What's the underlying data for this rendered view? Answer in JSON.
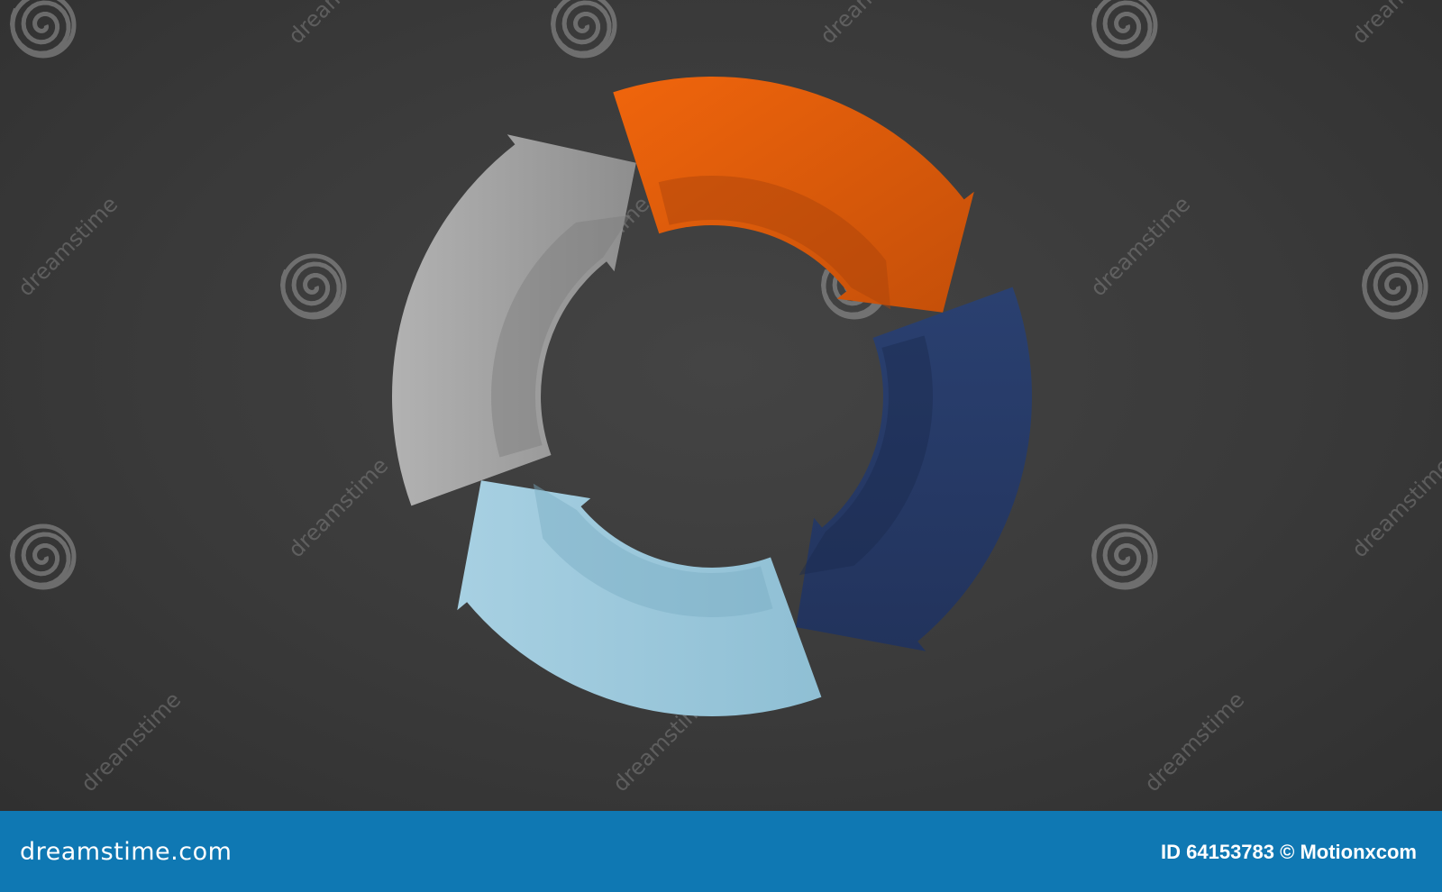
{
  "diagram": {
    "type": "cycle-arrows",
    "segments": [
      {
        "name": "orange",
        "color": "#e35d0e",
        "shade": "#a8420a"
      },
      {
        "name": "navy",
        "color": "#273a66",
        "shade": "#1b2a4d"
      },
      {
        "name": "light-blue",
        "color": "#98c6d9",
        "shade": "#7aaec4"
      },
      {
        "name": "gray",
        "color": "#a3a3a3",
        "shade": "#7c7c7c"
      }
    ]
  },
  "watermark": {
    "text": "dreamstime"
  },
  "footer": {
    "site": "dreamstime.com",
    "credit": "ID 64153783 © Motionxcom",
    "color": "#0f78b3"
  }
}
